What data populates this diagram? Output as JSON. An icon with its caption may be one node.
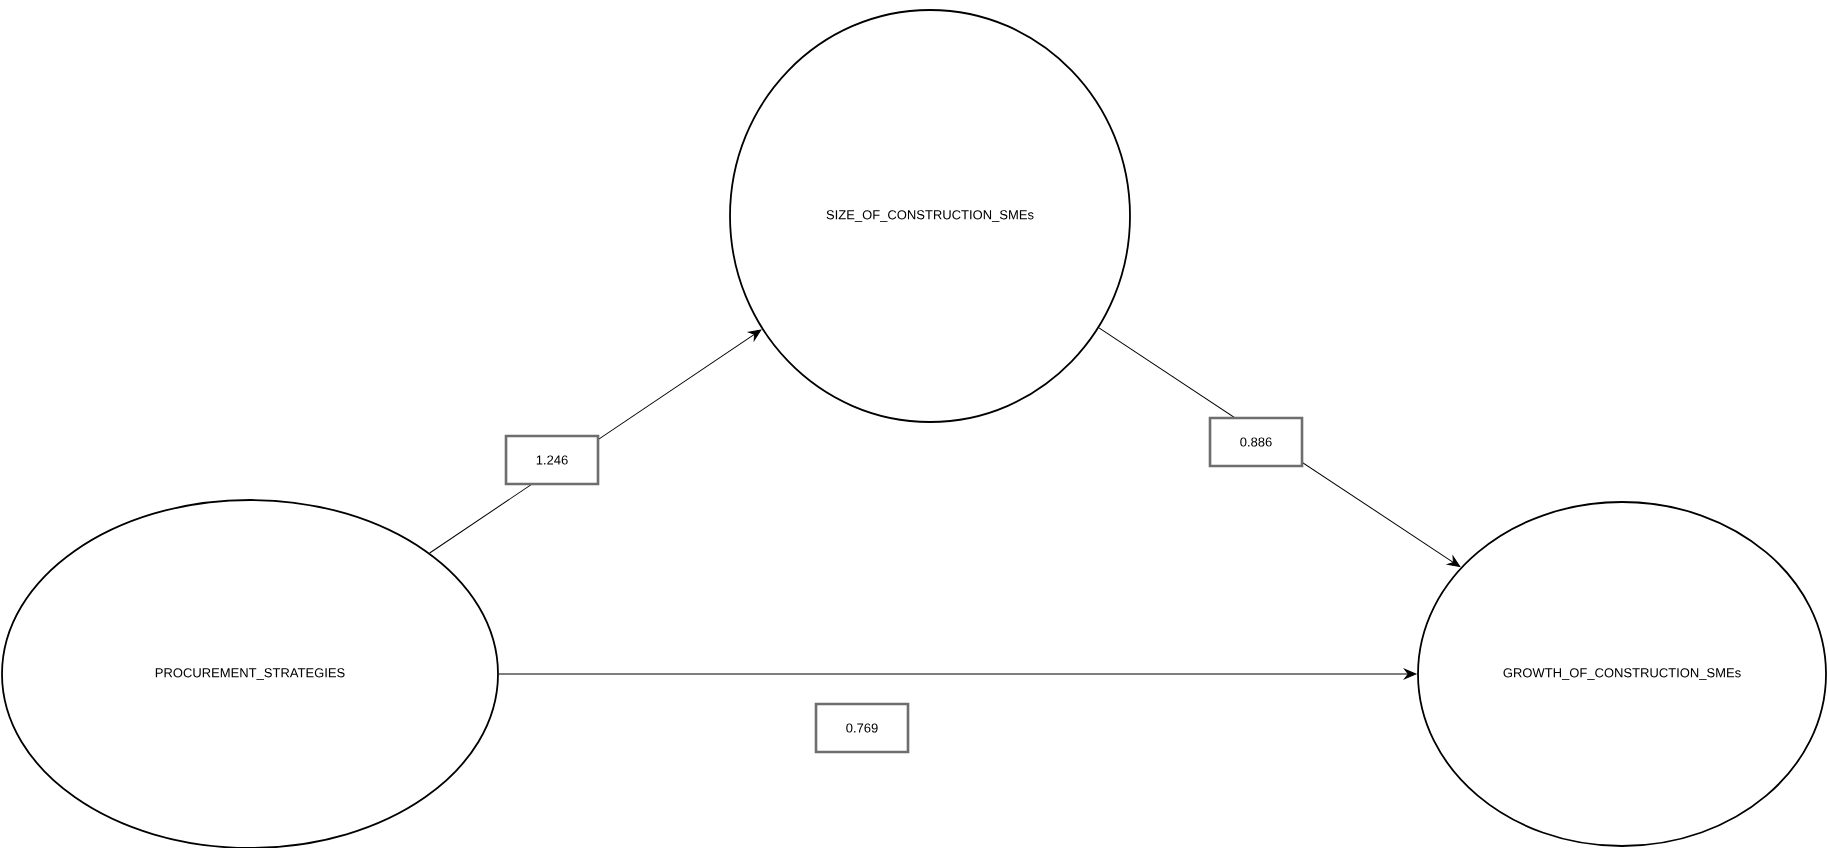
{
  "diagram": {
    "nodes": [
      {
        "text": [
          "SIZE_OF_CONSTRUCTION_SMEs"
        ]
      },
      {
        "text": [
          "PROCUREMENT_STRATEGIES"
        ]
      },
      {
        "text": [
          "GROWTH_OF_CONSTRUCTION_SMEs"
        ]
      }
    ],
    "edges": [
      {
        "from": 1,
        "to": 0,
        "arrow": "to",
        "label": "1.246"
      },
      {
        "from": 0,
        "to": 2,
        "arrow": "to",
        "label": "0.886"
      },
      {
        "from": 1,
        "to": 2,
        "arrow": "to",
        "label": "0.769"
      }
    ]
  }
}
